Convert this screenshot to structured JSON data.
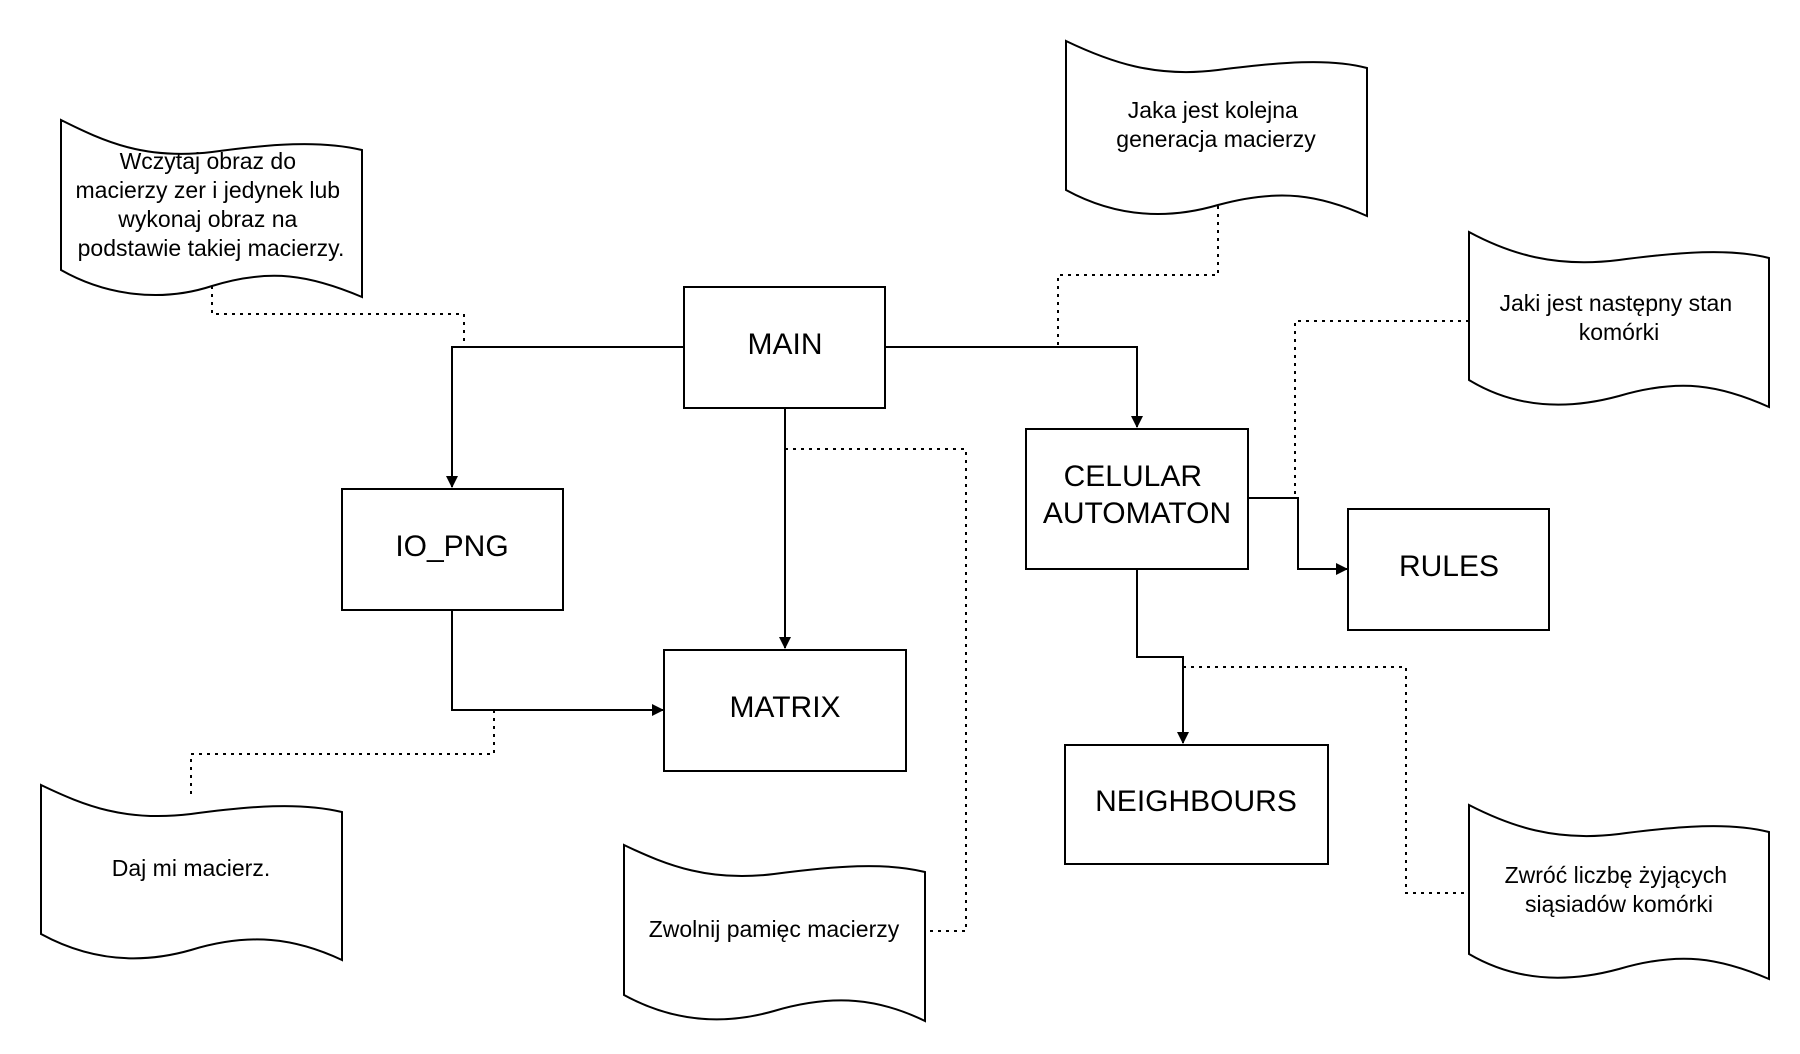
{
  "modules": {
    "main": "MAIN",
    "io_png": "IO_PNG",
    "matrix": "MATRIX",
    "celular_automaton": [
      "CELULAR",
      "AUTOMATON"
    ],
    "rules": "RULES",
    "neighbours": "NEIGHBOURS"
  },
  "notes": {
    "io_png_note": [
      "Wczytaj obraz do",
      "macierzy zer i jedynek lub",
      "wykonaj obraz na",
      "podstawie takiej macierzy."
    ],
    "automaton_note": [
      "Jaka jest kolejna",
      "generacja macierzy"
    ],
    "rules_note": [
      "Jaki jest następny stan",
      "komórki"
    ],
    "matrix_in_note": [
      "Daj mi macierz."
    ],
    "matrix_free_note": [
      "Zwolnij pamięc macierzy"
    ],
    "neighbours_note": [
      "Zwróć liczbę  żyjących",
      "siąsiadów komórki"
    ]
  },
  "colors": {
    "stroke": "#000000",
    "fill": "#ffffff"
  }
}
